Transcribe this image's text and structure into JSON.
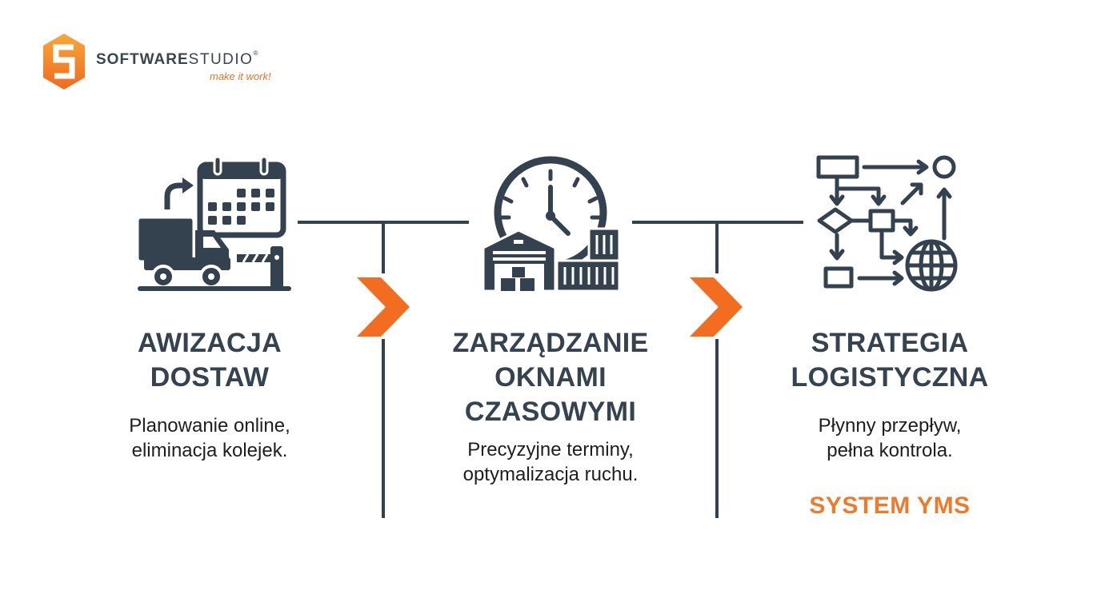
{
  "logo": {
    "brand_bold": "SOFTWARE",
    "brand_light": "STUDIO",
    "registered": "®",
    "tagline": "make it work!"
  },
  "steps": [
    {
      "icon": "truck-calendar-barrier-icon",
      "title_lines": [
        "AWIZACJA",
        "DOSTAW"
      ],
      "desc_lines": [
        "Planowanie online,",
        "eliminacja kolejek."
      ]
    },
    {
      "icon": "clock-warehouse-containers-icon",
      "title_lines": [
        "ZARZĄDZANIE",
        "OKNAMI",
        "CZASOWYMI"
      ],
      "desc_lines": [
        "Precyzyjne terminy,",
        "optymalizacja ruchu."
      ]
    },
    {
      "icon": "flowchart-globe-icon",
      "title_lines": [
        "STRATEGIA",
        "LOGISTYCZNA"
      ],
      "desc_lines": [
        "Płynny przepływ,",
        "pełna kontrola."
      ]
    }
  ],
  "footer_label": "SYSTEM YMS",
  "colors": {
    "dark": "#34414f",
    "accent": "#f26d1f",
    "accent_light": "#f7a23a"
  }
}
